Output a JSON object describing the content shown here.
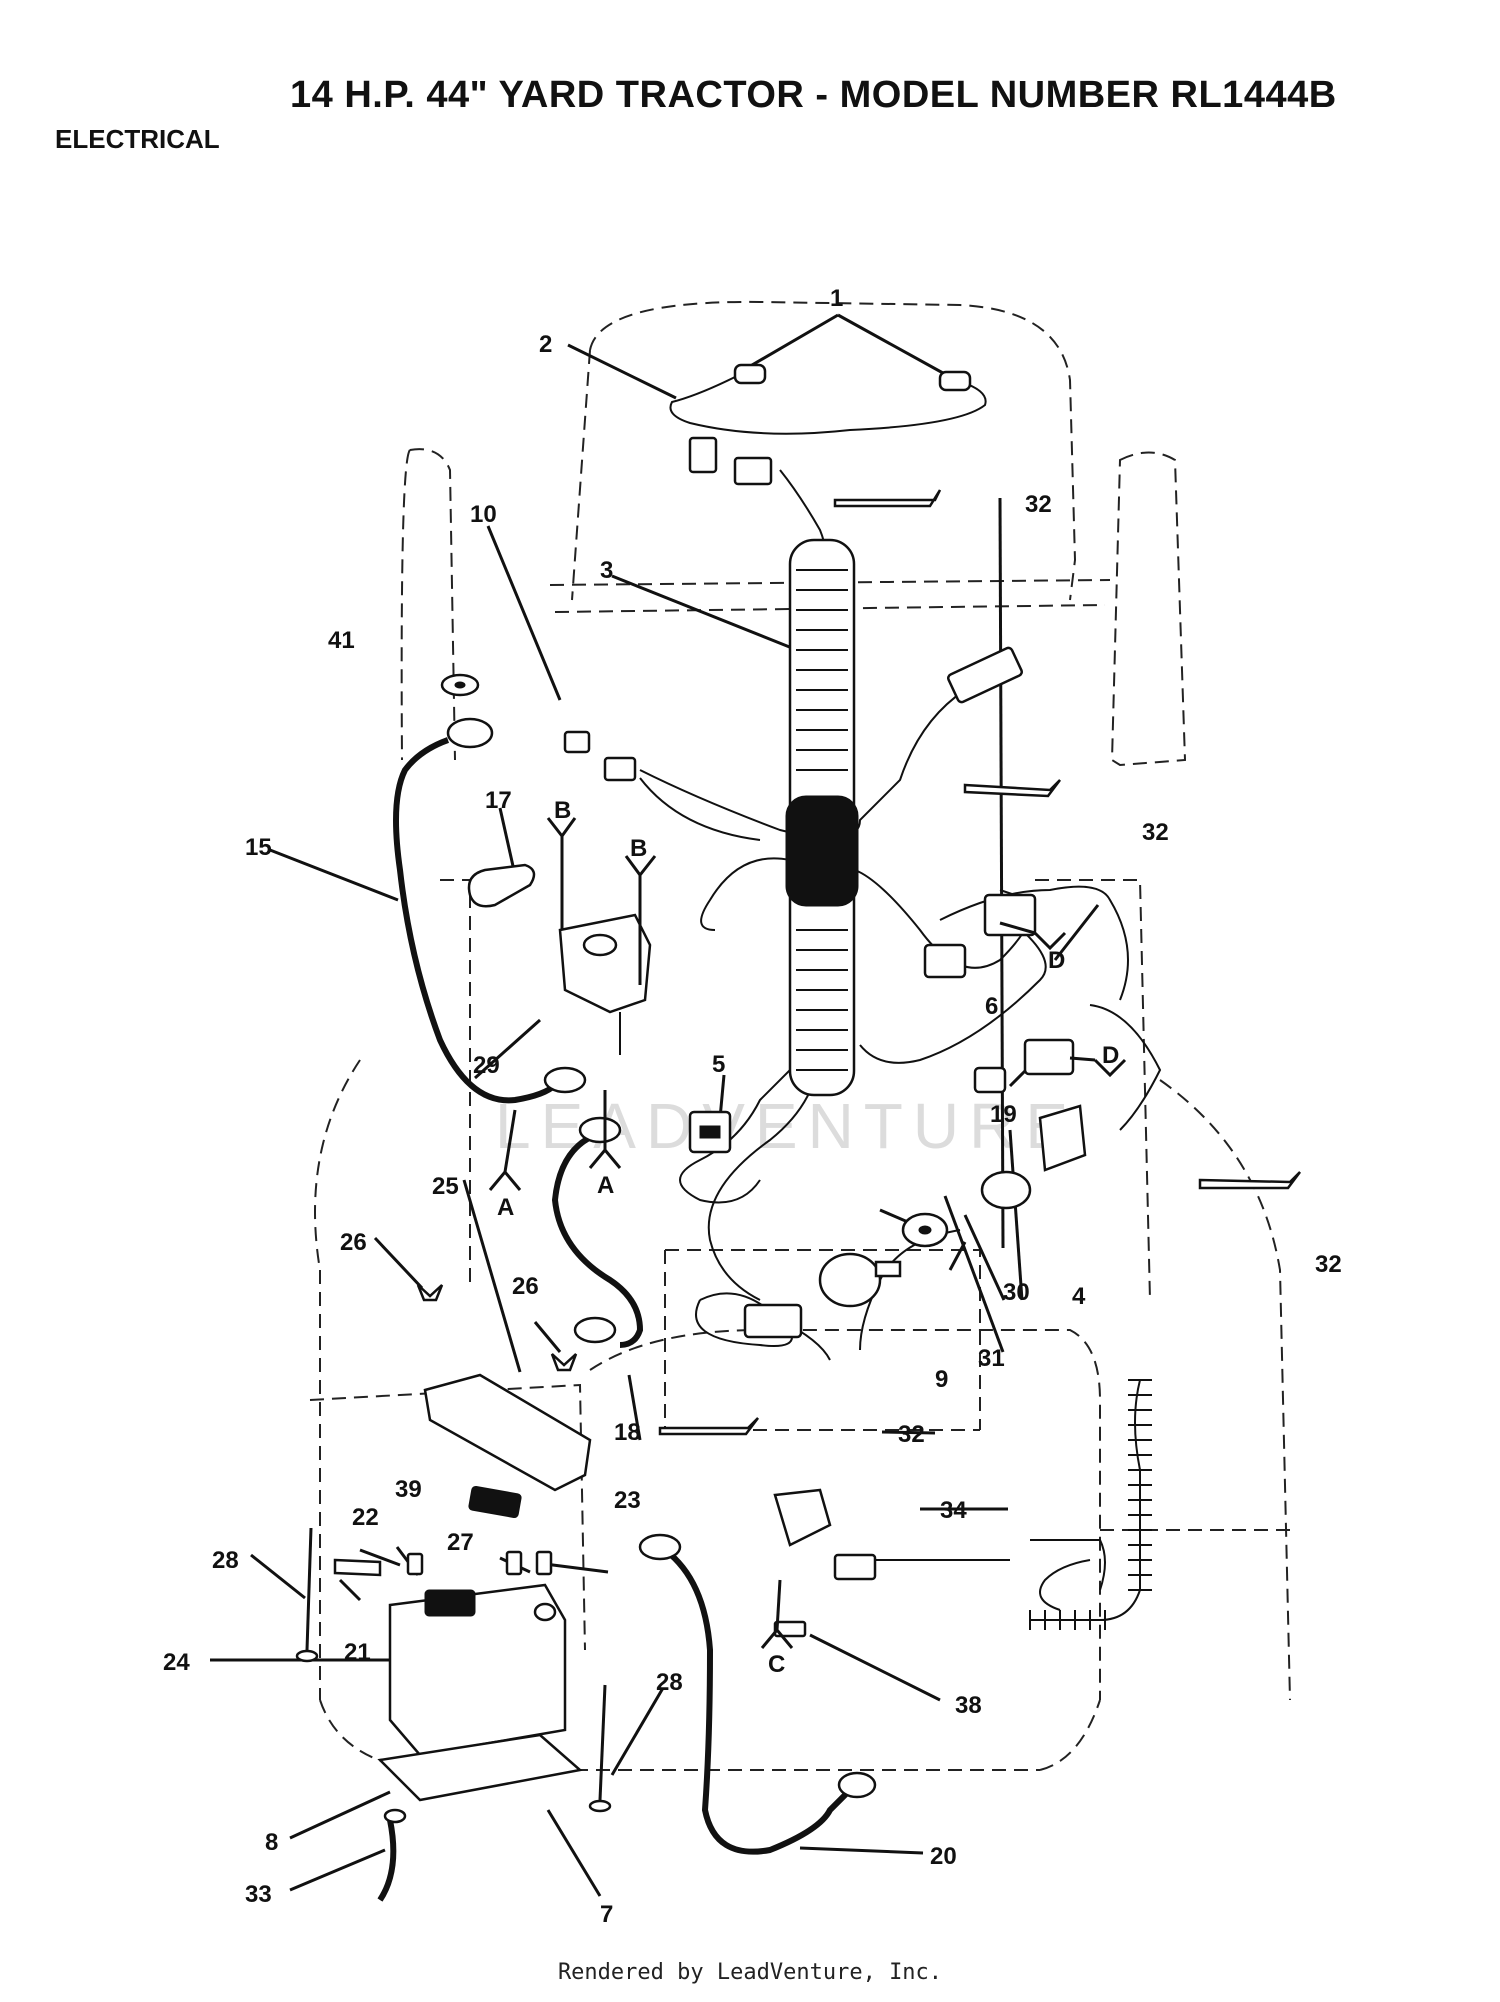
{
  "title": "14 H.P. 44\" YARD TRACTOR - MODEL NUMBER RL1444B",
  "section": "ELECTRICAL",
  "footer": "Rendered by LeadVenture, Inc.",
  "watermark": "LEADVENTURE",
  "callouts": {
    "c1": "1",
    "c2": "2",
    "c3": "3",
    "c4": "4",
    "c5": "5",
    "c6": "6",
    "c7": "7",
    "c8": "8",
    "c9": "9",
    "c10": "10",
    "c15": "15",
    "c17": "17",
    "c18": "18",
    "c19": "19",
    "c20": "20",
    "c21": "21",
    "c22": "22",
    "c23": "23",
    "c24": "24",
    "c25": "25",
    "c26a": "26",
    "c26b": "26",
    "c27": "27",
    "c28a": "28",
    "c28b": "28",
    "c29": "29",
    "c30": "30",
    "c31": "31",
    "c32a": "32",
    "c32b": "32",
    "c32c": "32",
    "c32d": "32",
    "c33": "33",
    "c34": "34",
    "c38": "38",
    "c39": "39",
    "c41": "41"
  },
  "grounds": {
    "b1": "B",
    "b2": "B",
    "a1": "A",
    "a2": "A",
    "d1": "D",
    "d2": "D",
    "c": "C"
  }
}
